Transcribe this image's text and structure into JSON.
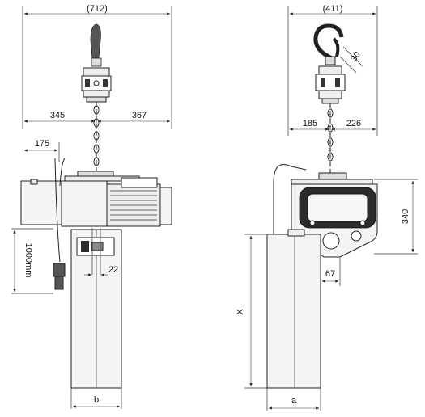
{
  "title": "",
  "front_view": {
    "overall_width": "(712)",
    "left_half": "345",
    "right_half": "367",
    "control_offset": "175",
    "cable_length": "1000mm",
    "chain_offset": "22",
    "container_width": "b"
  },
  "side_view": {
    "overall_width": "(411)",
    "hook_size": "30",
    "left_half": "185",
    "right_half": "226",
    "height": "340",
    "lug_offset": "67",
    "container_height": "X",
    "container_width": "a"
  }
}
